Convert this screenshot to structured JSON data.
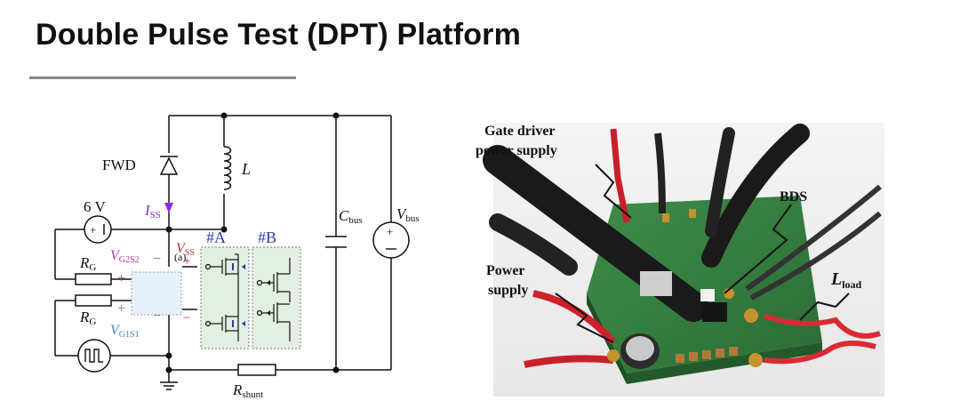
{
  "slide": {
    "title": "Double Pulse Test (DPT) Platform"
  },
  "schematic": {
    "fwd_label": "FWD",
    "inductor_label": "L",
    "source_voltage": "6 V",
    "iss_label": "I",
    "iss_sub": "SS",
    "vss_label": "V",
    "vss_sub": "SS",
    "vg2s2_label": "V",
    "vg2s2_sub": "G2S2",
    "vg1s1_label": "V",
    "vg1s1_sub": "G1S1",
    "rg_top_label": "R",
    "rg_top_sub": "G",
    "rg_bottom_label": "R",
    "rg_bottom_sub": "G",
    "plus_top": "+",
    "minus_top": "−",
    "plus_bottom": "+",
    "minus_bottom": "−",
    "switch_tag": "(a)",
    "plus_vss": "+",
    "minus_vss": "−",
    "config_a": "#A",
    "config_b": "#B",
    "cbus_label": "C",
    "cbus_sub": "bus",
    "vbus_label": "V",
    "vbus_sub": "bus",
    "rshunt_label": "R",
    "rshunt_sub": "shunt",
    "colors": {
      "iss": "#8a2be2",
      "vg2s2": "#b03aa0",
      "vg1s1": "#4a7fc0",
      "config": "#2a3aa8",
      "minus_red": "#c0262c"
    }
  },
  "photo": {
    "gate_driver_label_line1": "Gate driver",
    "gate_driver_label_line2": "power supply",
    "bds_label": "BDS",
    "power_supply_line1": "Power",
    "power_supply_line2": "supply",
    "lload_label": "L",
    "lload_sub": "load"
  }
}
